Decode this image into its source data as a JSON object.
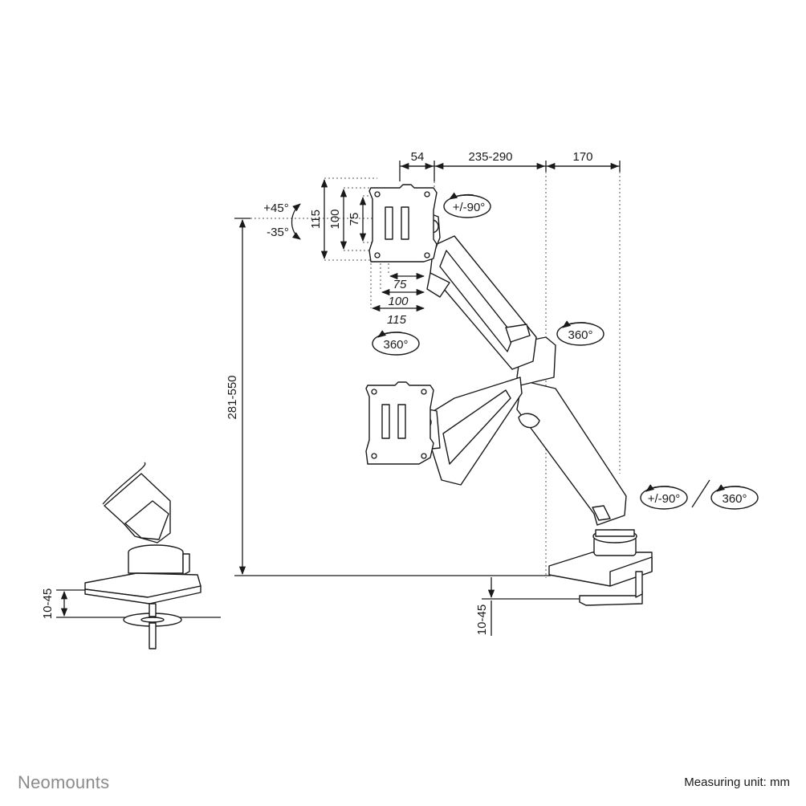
{
  "brand": {
    "logo_text": "Neomounts",
    "color": "#8a8a8a"
  },
  "footer": {
    "measuring_unit": "Measuring unit: mm"
  },
  "dimensions": {
    "arm_depth_1": "54",
    "arm_reach": "235-290",
    "arm_depth_2": "170",
    "height_range": "281-550",
    "desk_thickness_main": "10-45",
    "desk_thickness_detail": "10-45",
    "vesa_v_outer": "115",
    "vesa_v_mid": "100",
    "vesa_v_inner": "75",
    "vesa_h_inner": "75",
    "vesa_h_mid": "100",
    "vesa_h_outer": "115",
    "tilt_up": "+45°",
    "tilt_down": "-35°"
  },
  "rotation_badges": {
    "rotate_head_top": "+/-90°",
    "swivel_head_top": "360°",
    "swivel_joint": "360°",
    "rotate_base": "+/-90°",
    "swivel_base": "360°"
  },
  "icons": [
    "tilt-arrow-icon",
    "rotation-arrow-icon",
    "monitor-plate-icon",
    "grommet-bolt-icon"
  ]
}
